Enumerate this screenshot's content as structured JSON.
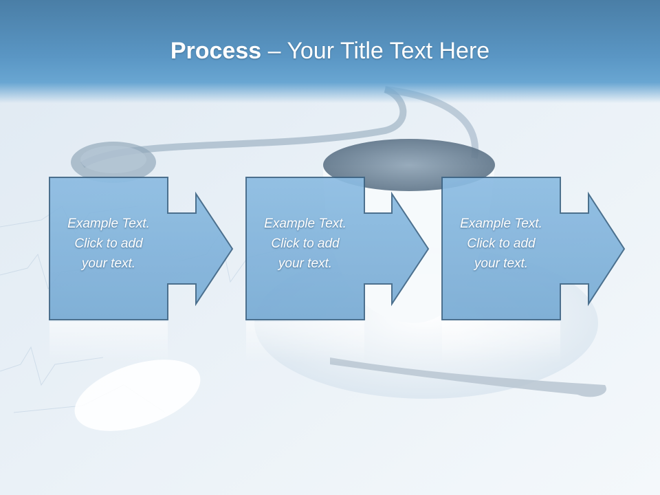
{
  "title": {
    "bold": "Process",
    "rest": " – Your Title Text Here"
  },
  "steps": [
    {
      "lines": [
        "Example Text.",
        "Click  to add",
        "your text."
      ]
    },
    {
      "lines": [
        "Example Text.",
        "Click  to add",
        "your text."
      ]
    },
    {
      "lines": [
        "Example Text.",
        "Click  to add",
        "your text."
      ]
    }
  ],
  "colors": {
    "title_band": "#5a96c4",
    "box_fill": "#82b4dc",
    "box_stroke": "#3e6585",
    "text": "#ffffff"
  },
  "background_image": "stethoscope-coffee-cup-ecg-paper"
}
